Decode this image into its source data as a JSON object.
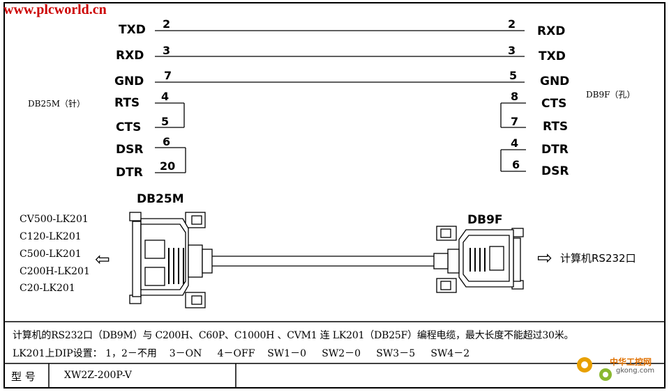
{
  "watermark": "www.plcworld.cn",
  "left_connector_label": "DB25M（针）",
  "right_connector_label": "DB9F（孔）",
  "left_signals": [
    "TXD",
    "RXD",
    "GND",
    "RTS",
    "CTS",
    "DSR",
    "DTR"
  ],
  "left_pins": [
    "2",
    "3",
    "7",
    "4",
    "5",
    "6",
    "20"
  ],
  "right_signals": [
    "RXD",
    "TXD",
    "GND",
    "CTS",
    "RTS",
    "DTR",
    "DSR"
  ],
  "right_pins": [
    "2",
    "3",
    "5",
    "8",
    "7",
    "4",
    "6"
  ],
  "db25m_title": "DB25M",
  "db9f_title": "DB9F",
  "models": [
    "CV500-LK201",
    "C120-LK201",
    "C500-LK201",
    "C200H-LK201",
    "C20-LK201"
  ],
  "arrow_left_glyph": "⇦",
  "arrow_right_glyph": "⇨",
  "pc_port_label": "计算机RS232口",
  "note_line1": "计算机的RS232口（DB9M）与 C200H、C60P、C1000H 、CVM1 连 LK201（DB25F）编程电缆，最大长度不能超过30米。",
  "note_line2": "LK201上DIP设置： 1，2－不用    3－ON     4－OFF    SW1－0     SW2－0     SW3－5     SW4－2",
  "model_label": "型 号",
  "model_value": "XW2Z-200P-V",
  "logo_text": "中华工控网",
  "logo_subtext": "gkong.com",
  "colors": {
    "watermark": "#cc0000",
    "logo_text": "#e07000",
    "logo_gear": "#e8a000",
    "logo_gear2": "#8ab830"
  }
}
